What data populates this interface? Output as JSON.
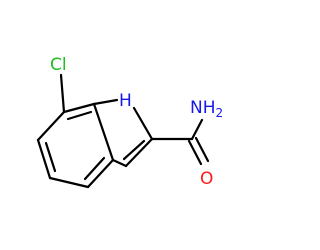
{
  "molecule": {
    "atoms": {
      "chlorine": {
        "label": "Cl",
        "color": "#1fbf1f"
      },
      "ring_nitrogen": {
        "label": "H",
        "color": "#1919e6",
        "element": "N"
      },
      "amide_nitrogen": {
        "label": "NH",
        "subscript": "2",
        "color": "#1919e6"
      },
      "carbonyl_oxygen": {
        "label": "O",
        "color": "#ff1a1a"
      }
    },
    "bond_color": "#000000"
  }
}
